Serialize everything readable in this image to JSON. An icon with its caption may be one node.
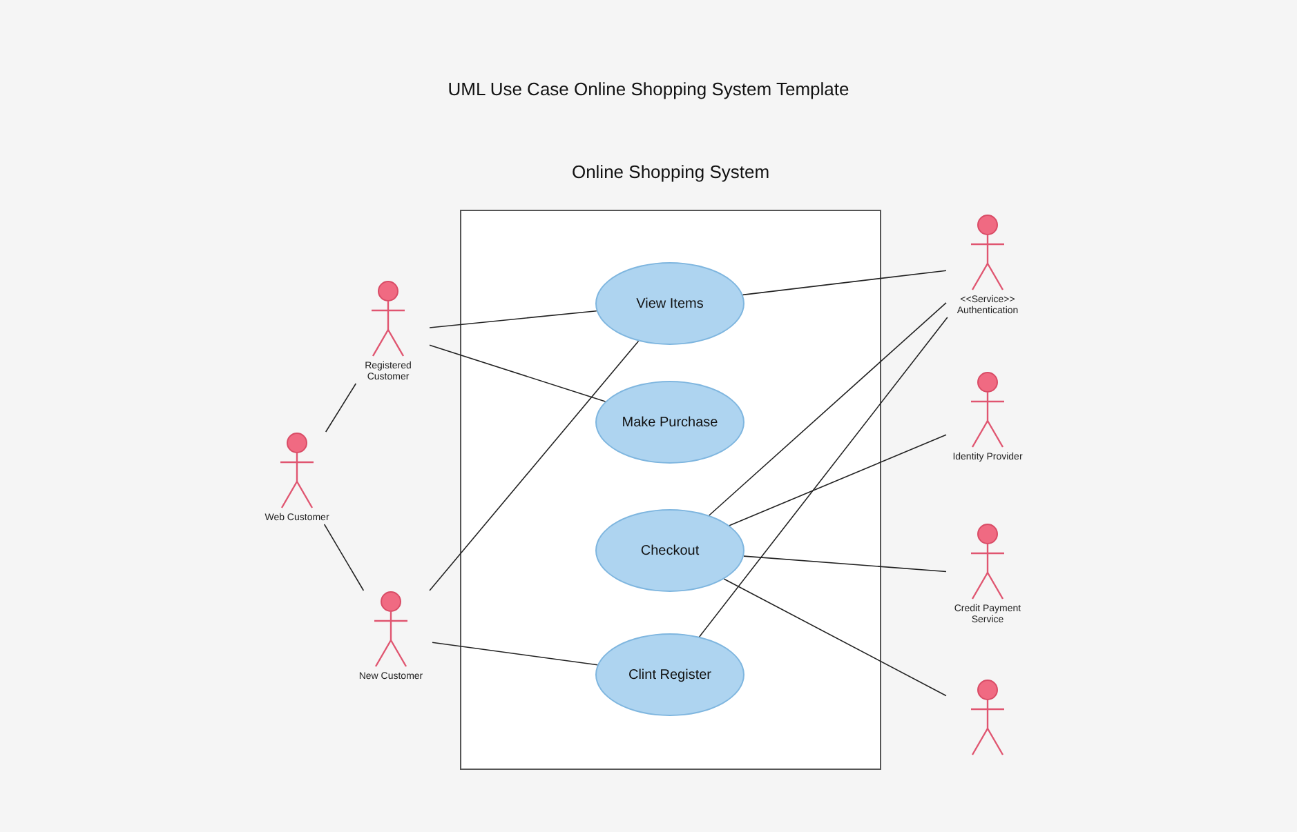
{
  "diagram": {
    "title": "UML Use Case Online Shopping System Template",
    "nodes": [
      {
        "text": [
          "Online Shopping System"
        ]
      },
      {
        "text": [
          "View Items"
        ],
        "in": 0
      },
      {
        "text": [
          "Make Purchase"
        ],
        "in": 0
      },
      {
        "text": [
          "Checkout"
        ],
        "in": 0
      },
      {
        "text": [
          "Clint Register"
        ],
        "in": 0
      },
      {
        "text": [
          "Registered Customer"
        ]
      },
      {
        "text": [
          "Web Customer"
        ]
      },
      {
        "text": [
          "New Customer"
        ]
      },
      {
        "text": [
          "<<Service>> Authentication"
        ]
      },
      {
        "text": [
          "Identity Provider"
        ]
      },
      {
        "text": [
          "Credit Payment Service"
        ]
      },
      {
        "text": [],
        "shape": "person"
      }
    ],
    "edges": [
      {
        "from": 5,
        "to": 1,
        "arrow": "none"
      },
      {
        "from": 5,
        "to": 2,
        "arrow": "none"
      },
      {
        "from": 6,
        "to": 5,
        "arrow": "none"
      },
      {
        "from": 6,
        "to": 7,
        "arrow": "none"
      },
      {
        "from": 7,
        "to": 1,
        "arrow": "none"
      },
      {
        "from": 7,
        "to": 4,
        "arrow": "none"
      },
      {
        "from": 1,
        "to": 8,
        "arrow": "none"
      },
      {
        "from": 3,
        "to": 8,
        "arrow": "none"
      },
      {
        "from": 4,
        "to": 8,
        "arrow": "none"
      },
      {
        "from": 3,
        "to": 9,
        "arrow": "none"
      },
      {
        "from": 3,
        "to": 10,
        "arrow": "none"
      },
      {
        "from": 3,
        "to": 11,
        "arrow": "none"
      }
    ]
  }
}
